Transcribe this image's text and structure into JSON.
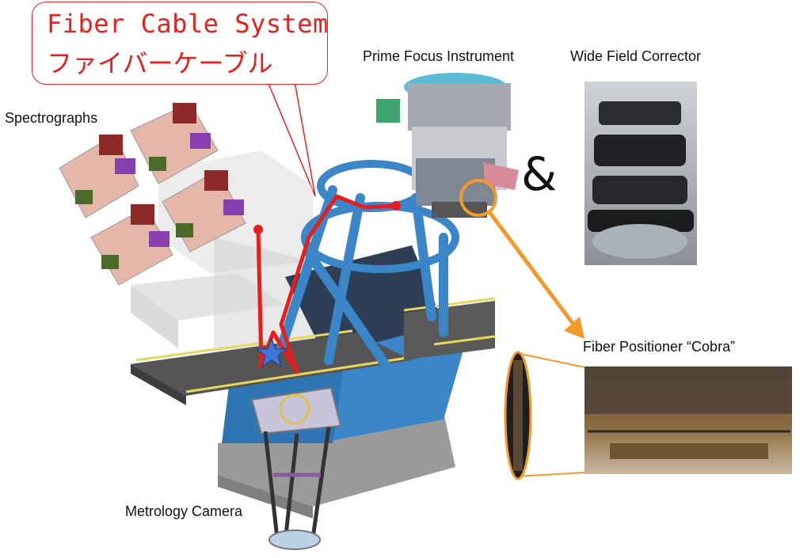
{
  "callout": {
    "title_en": "Fiber Cable System",
    "title_ja": "ファイバーケーブル"
  },
  "labels": {
    "spectrographs": "Spectrographs",
    "prime_focus_instrument": "Prime Focus Instrument",
    "wide_field_corrector": "Wide Field Corrector",
    "fiber_positioner": "Fiber Positioner “Cobra”",
    "metrology_camera": "Metrology Camera",
    "ampersand": "&"
  },
  "colors": {
    "fiber_route": "#e61e1e",
    "telescope_blue": "#3a86c8",
    "callout_red": "#e8201c",
    "zoom_orange": "#f39a2b",
    "star_marker": "#3c78d8"
  }
}
